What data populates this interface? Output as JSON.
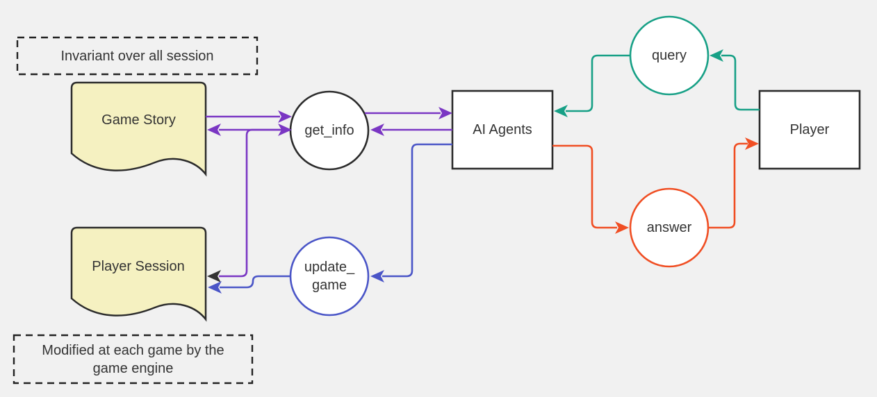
{
  "colors": {
    "background": "#f1f1f1",
    "purple": "#7a36c3",
    "blue": "#4a55c7",
    "teal": "#17a086",
    "red": "#f04e23",
    "ink": "#333333",
    "node_border": "#2b2b2b",
    "note_border": "#222222",
    "doc_fill": "#f5f1c1",
    "node_fill": "#ffffff"
  },
  "notes": {
    "invariant": "Invariant over all session",
    "modified": "Modified at each game by the game engine"
  },
  "nodes": {
    "game_story": {
      "label": "Game Story",
      "shape": "document"
    },
    "player_session": {
      "label": "Player Session",
      "shape": "document"
    },
    "get_info": {
      "label": "get_info",
      "shape": "circle",
      "accent": "node_border"
    },
    "update_game": {
      "label_line1": "update_",
      "label_line2": "game",
      "shape": "circle",
      "accent": "blue"
    },
    "ai_agents": {
      "label": "AI Agents",
      "shape": "rect"
    },
    "player": {
      "label": "Player",
      "shape": "rect"
    },
    "query": {
      "label": "query",
      "shape": "circle",
      "accent": "teal"
    },
    "answer": {
      "label": "answer",
      "shape": "circle",
      "accent": "red"
    }
  },
  "edges": [
    {
      "from": "game_story",
      "to": "get_info",
      "color": "purple"
    },
    {
      "from": "get_info",
      "to": "game_story",
      "color": "purple"
    },
    {
      "from": "get_info",
      "to": "ai_agents",
      "color": "purple"
    },
    {
      "from": "ai_agents",
      "to": "get_info",
      "color": "purple"
    },
    {
      "from": "get_info",
      "to": "player_session",
      "color": "purple",
      "bidirectional": true
    },
    {
      "from": "ai_agents",
      "to": "update_game",
      "color": "blue"
    },
    {
      "from": "update_game",
      "to": "player_session",
      "color": "blue"
    },
    {
      "from": "player",
      "to": "query",
      "color": "teal"
    },
    {
      "from": "query",
      "to": "ai_agents",
      "color": "teal"
    },
    {
      "from": "ai_agents",
      "to": "answer",
      "color": "red"
    },
    {
      "from": "answer",
      "to": "player",
      "color": "red"
    }
  ]
}
